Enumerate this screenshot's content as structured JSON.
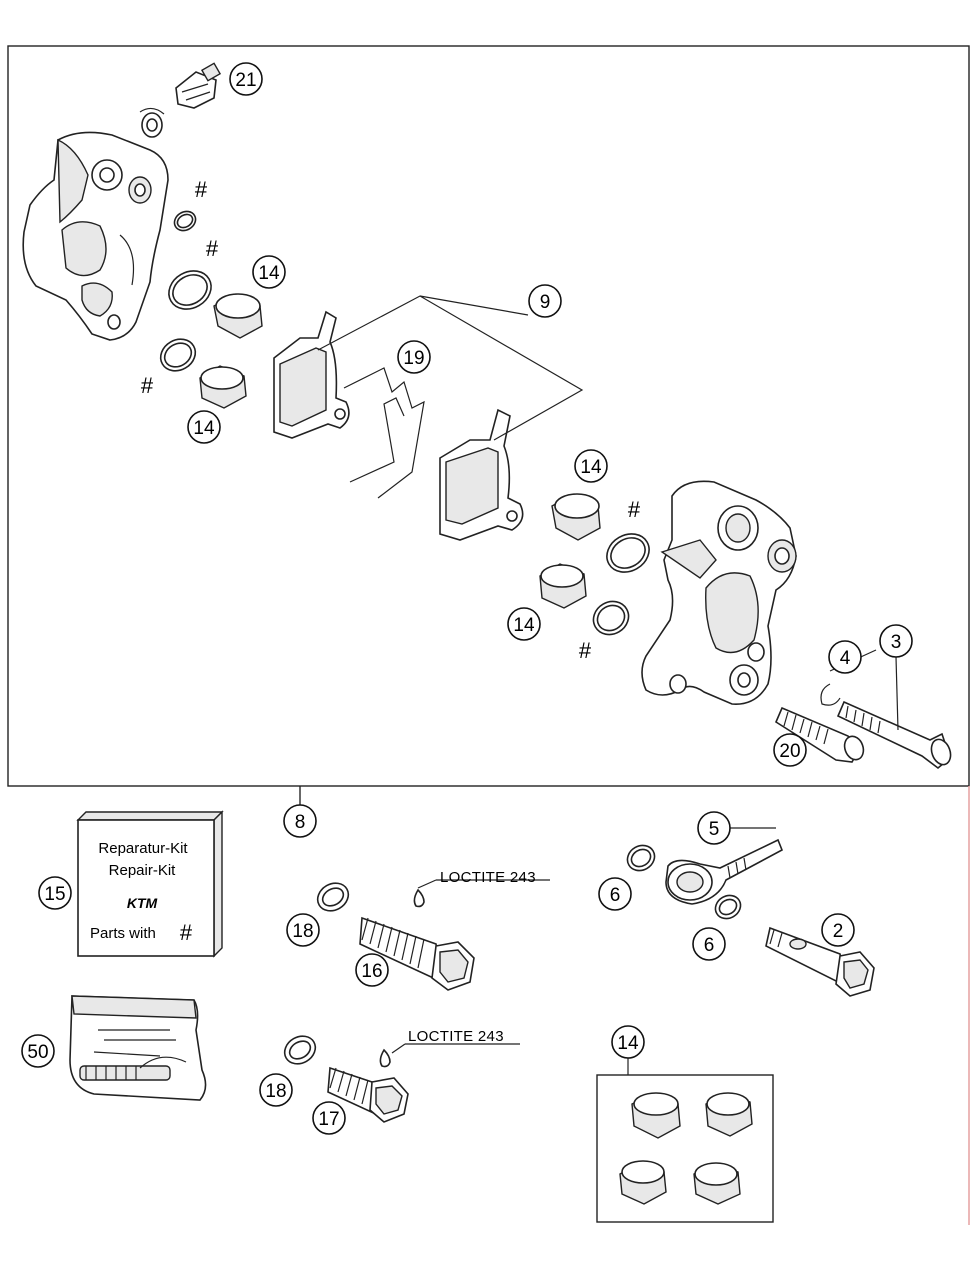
{
  "callouts": {
    "c21": "21",
    "c9": "9",
    "c19": "19",
    "c14a": "14",
    "c14b": "14",
    "c14c": "14",
    "c14d": "14",
    "c14e": "14",
    "c4": "4",
    "c3": "3",
    "c20": "20",
    "c8": "8",
    "c5": "5",
    "c6a": "6",
    "c6b": "6",
    "c2": "2",
    "c15": "15",
    "c18a": "18",
    "c18b": "18",
    "c16": "16",
    "c17": "17",
    "c50": "50"
  },
  "hash_marks": {
    "h1": "#",
    "h2": "#",
    "h3": "#",
    "h4": "#",
    "h5": "#"
  },
  "notes": {
    "loctite_1": "LOCTITE 243",
    "loctite_2": "LOCTITE 243"
  },
  "repair_kit": {
    "line1": "Reparatur-Kit",
    "line2": "Repair-Kit",
    "brand": "KTM",
    "line3": "Parts with",
    "hash": "#"
  }
}
